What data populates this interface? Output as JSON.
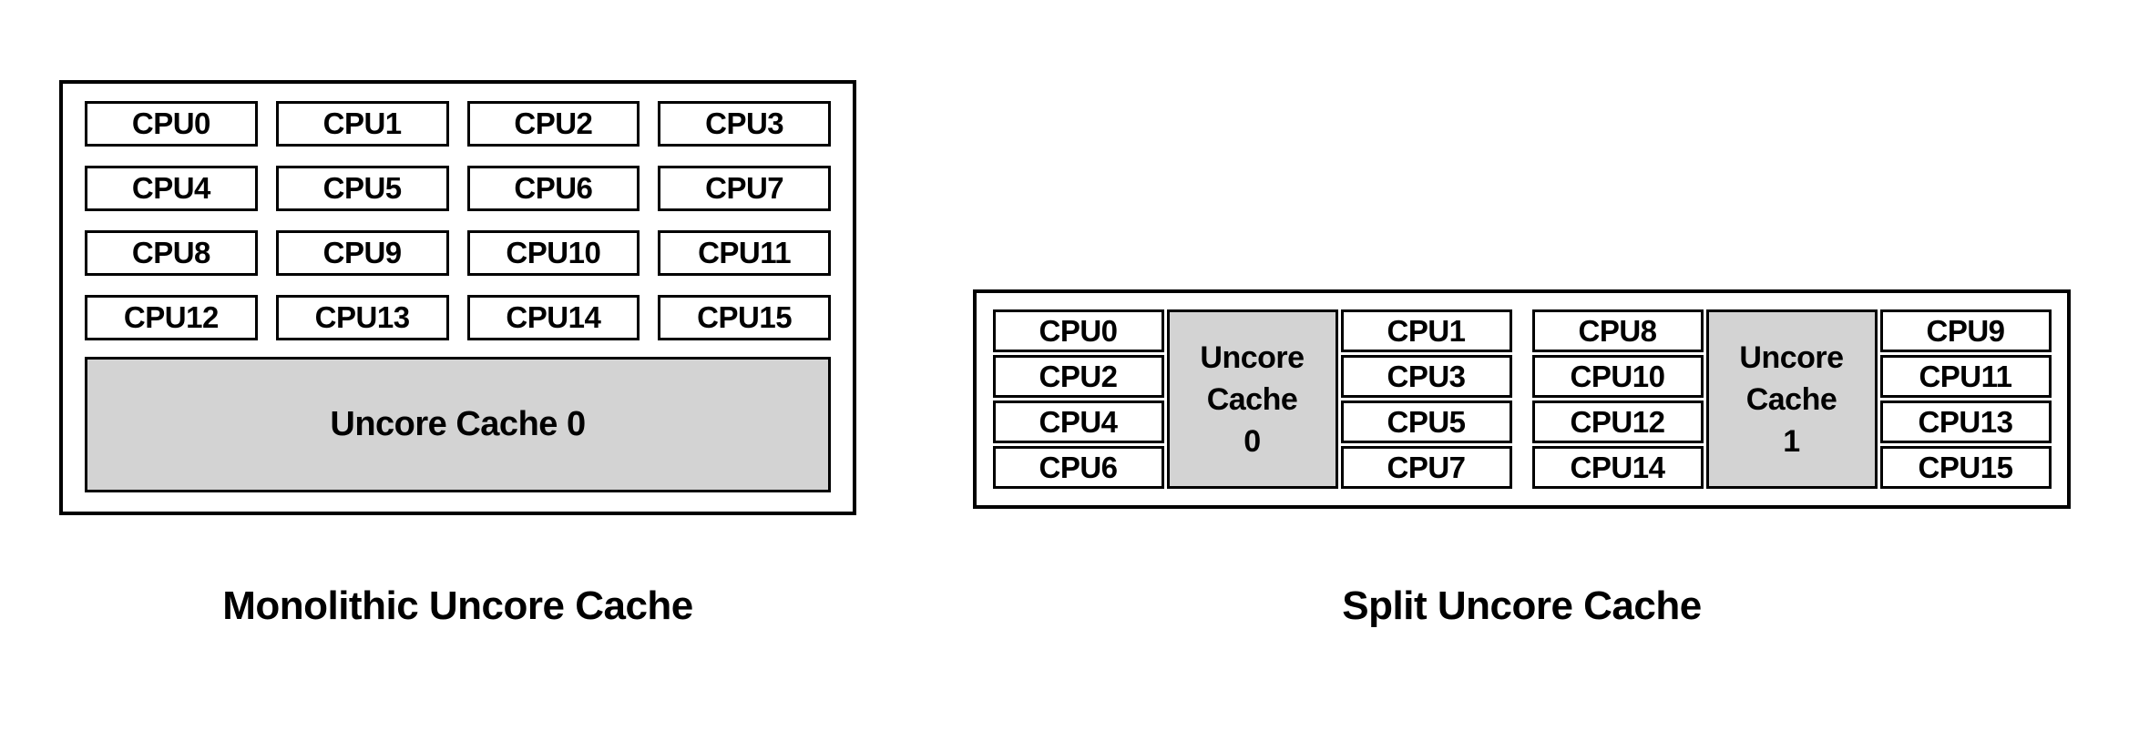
{
  "colors": {
    "background": "#ffffff",
    "border": "#000000",
    "cache_fill": "#d3d3d3",
    "text": "#000000"
  },
  "monolithic": {
    "caption": "Monolithic Uncore Cache",
    "cpus": [
      "CPU0",
      "CPU1",
      "CPU2",
      "CPU3",
      "CPU4",
      "CPU5",
      "CPU6",
      "CPU7",
      "CPU8",
      "CPU9",
      "CPU10",
      "CPU11",
      "CPU12",
      "CPU13",
      "CPU14",
      "CPU15"
    ],
    "cache_label": "Uncore Cache 0"
  },
  "split": {
    "caption": "Split Uncore Cache",
    "clusters": [
      {
        "left_cpus": [
          "CPU0",
          "CPU2",
          "CPU4",
          "CPU6"
        ],
        "cache_lines": [
          "Uncore",
          "Cache",
          "0"
        ],
        "right_cpus": [
          "CPU1",
          "CPU3",
          "CPU5",
          "CPU7"
        ]
      },
      {
        "left_cpus": [
          "CPU8",
          "CPU10",
          "CPU12",
          "CPU14"
        ],
        "cache_lines": [
          "Uncore",
          "Cache",
          "1"
        ],
        "right_cpus": [
          "CPU9",
          "CPU11",
          "CPU13",
          "CPU15"
        ]
      }
    ]
  }
}
